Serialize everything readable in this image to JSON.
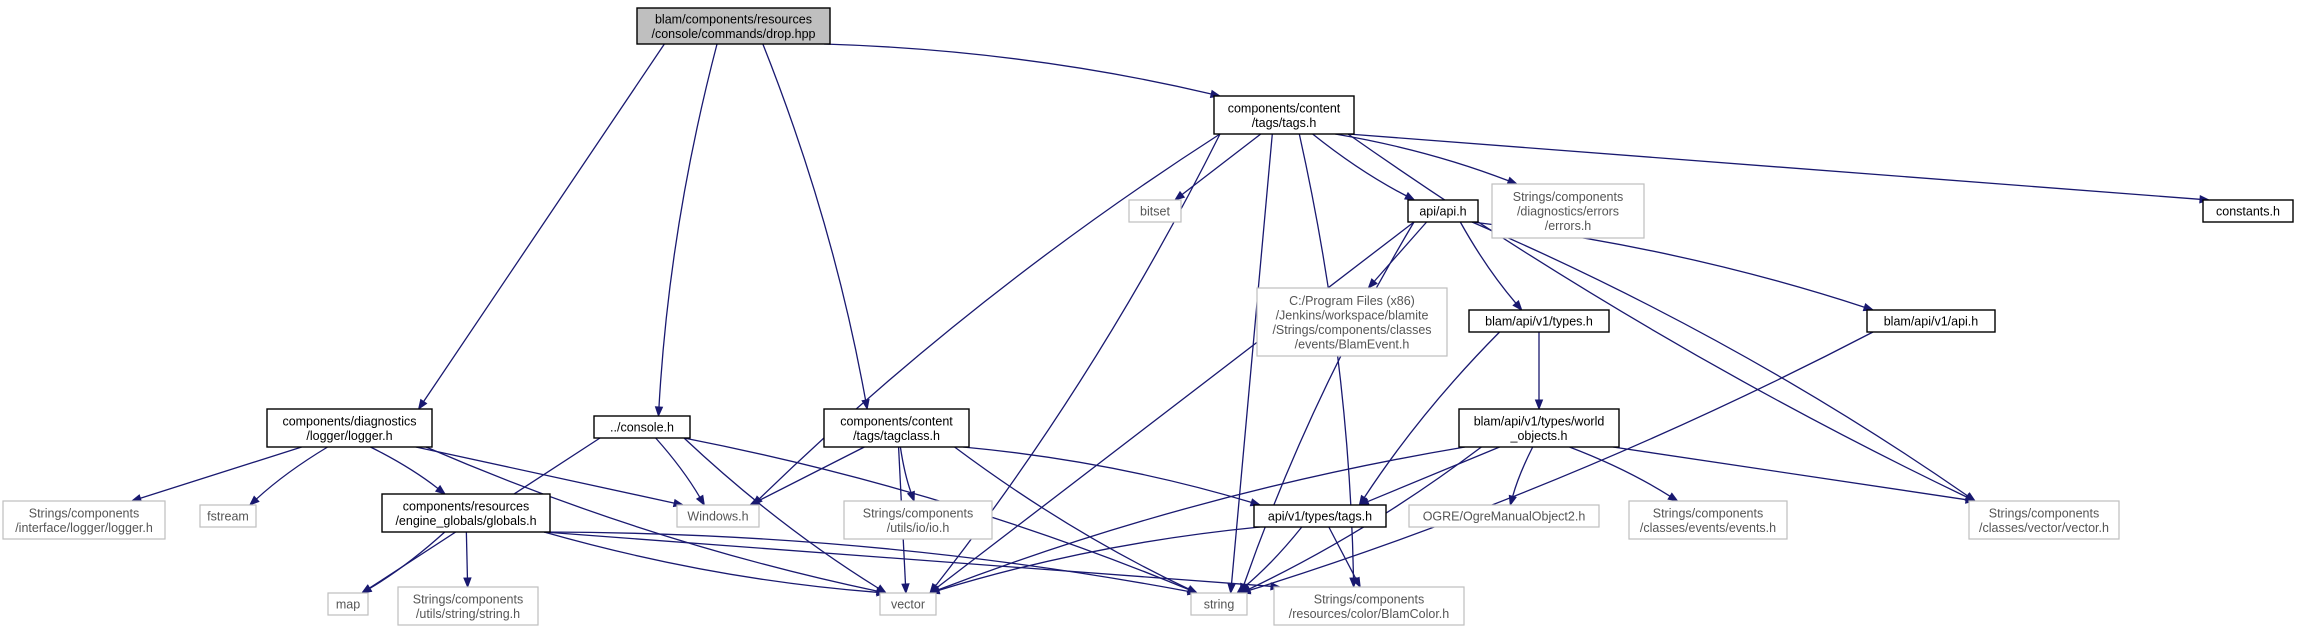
{
  "diagram": {
    "colors": {
      "edge": "#191970",
      "root_fill": "#bfbfbf",
      "external_border": "#bfbfbf",
      "node_border": "#000000",
      "background": "#ffffff"
    },
    "nodes": [
      {
        "id": "drop",
        "label": [
          "blam/components/resources",
          "/console/commands/drop.hpp"
        ],
        "kind": "root"
      },
      {
        "id": "tags",
        "label": [
          "components/content",
          "/tags/tags.h"
        ],
        "kind": "internal"
      },
      {
        "id": "logger",
        "label": [
          "components/diagnostics",
          "/logger/logger.h"
        ],
        "kind": "internal"
      },
      {
        "id": "console",
        "label": [
          "../console.h"
        ],
        "kind": "internal"
      },
      {
        "id": "tagclass",
        "label": [
          "components/content",
          "/tags/tagclass.h"
        ],
        "kind": "internal"
      },
      {
        "id": "bitset",
        "label": [
          "bitset"
        ],
        "kind": "external"
      },
      {
        "id": "apih",
        "label": [
          "api/api.h"
        ],
        "kind": "internal"
      },
      {
        "id": "errors",
        "label": [
          "Strings/components",
          "/diagnostics/errors",
          "/errors.h"
        ],
        "kind": "external"
      },
      {
        "id": "constants",
        "label": [
          "constants.h"
        ],
        "kind": "internal"
      },
      {
        "id": "blamevent",
        "label": [
          "C:/Program Files (x86)",
          "/Jenkins/workspace/blamite",
          "/Strings/components/classes",
          "/events/BlamEvent.h"
        ],
        "kind": "external"
      },
      {
        "id": "v1types",
        "label": [
          "blam/api/v1/types.h"
        ],
        "kind": "internal"
      },
      {
        "id": "v1api",
        "label": [
          "blam/api/v1/api.h"
        ],
        "kind": "internal"
      },
      {
        "id": "worldobj",
        "label": [
          "blam/api/v1/types/world",
          "_objects.h"
        ],
        "kind": "internal"
      },
      {
        "id": "loggerext",
        "label": [
          "Strings/components",
          "/interface/logger/logger.h"
        ],
        "kind": "external"
      },
      {
        "id": "fstream",
        "label": [
          "fstream"
        ],
        "kind": "external"
      },
      {
        "id": "globals",
        "label": [
          "components/resources",
          "/engine_globals/globals.h"
        ],
        "kind": "internal"
      },
      {
        "id": "windows",
        "label": [
          "Windows.h"
        ],
        "kind": "external"
      },
      {
        "id": "io",
        "label": [
          "Strings/components",
          "/utils/io/io.h"
        ],
        "kind": "external"
      },
      {
        "id": "apitags",
        "label": [
          "api/v1/types/tags.h"
        ],
        "kind": "internal"
      },
      {
        "id": "ogre",
        "label": [
          "OGRE/OgreManualObject2.h"
        ],
        "kind": "external"
      },
      {
        "id": "events",
        "label": [
          "Strings/components",
          "/classes/events/events.h"
        ],
        "kind": "external"
      },
      {
        "id": "vectorh",
        "label": [
          "Strings/components",
          "/classes/vector/vector.h"
        ],
        "kind": "external"
      },
      {
        "id": "map",
        "label": [
          "map"
        ],
        "kind": "external"
      },
      {
        "id": "stringh",
        "label": [
          "Strings/components",
          "/utils/string/string.h"
        ],
        "kind": "external"
      },
      {
        "id": "vector",
        "label": [
          "vector"
        ],
        "kind": "external"
      },
      {
        "id": "string",
        "label": [
          "string"
        ],
        "kind": "external"
      },
      {
        "id": "blamcolor",
        "label": [
          "Strings/components",
          "/resources/color/BlamColor.h"
        ],
        "kind": "external"
      }
    ],
    "edges": [
      [
        "drop",
        "tags"
      ],
      [
        "drop",
        "logger"
      ],
      [
        "drop",
        "console"
      ],
      [
        "drop",
        "tagclass"
      ],
      [
        "tags",
        "bitset"
      ],
      [
        "tags",
        "apih"
      ],
      [
        "tags",
        "errors"
      ],
      [
        "tags",
        "constants"
      ],
      [
        "tags",
        "windows"
      ],
      [
        "tags",
        "vector"
      ],
      [
        "tags",
        "string"
      ],
      [
        "tags",
        "vectorh"
      ],
      [
        "tags",
        "blamcolor"
      ],
      [
        "apih",
        "blamevent"
      ],
      [
        "apih",
        "v1types"
      ],
      [
        "apih",
        "v1api"
      ],
      [
        "apih",
        "vector"
      ],
      [
        "apih",
        "string"
      ],
      [
        "apih",
        "vectorh"
      ],
      [
        "v1types",
        "worldobj"
      ],
      [
        "v1types",
        "apitags"
      ],
      [
        "v1api",
        "string"
      ],
      [
        "worldobj",
        "apitags"
      ],
      [
        "worldobj",
        "ogre"
      ],
      [
        "worldobj",
        "events"
      ],
      [
        "worldobj",
        "vectorh"
      ],
      [
        "worldobj",
        "vector"
      ],
      [
        "worldobj",
        "string"
      ],
      [
        "logger",
        "loggerext"
      ],
      [
        "logger",
        "fstream"
      ],
      [
        "logger",
        "globals"
      ],
      [
        "logger",
        "windows"
      ],
      [
        "logger",
        "vector"
      ],
      [
        "console",
        "windows"
      ],
      [
        "console",
        "map"
      ],
      [
        "console",
        "vector"
      ],
      [
        "console",
        "string"
      ],
      [
        "tagclass",
        "windows"
      ],
      [
        "tagclass",
        "io"
      ],
      [
        "tagclass",
        "apitags"
      ],
      [
        "tagclass",
        "vector"
      ],
      [
        "tagclass",
        "string"
      ],
      [
        "globals",
        "map"
      ],
      [
        "globals",
        "stringh"
      ],
      [
        "globals",
        "vector"
      ],
      [
        "globals",
        "string"
      ],
      [
        "globals",
        "blamcolor"
      ],
      [
        "apitags",
        "vector"
      ],
      [
        "apitags",
        "string"
      ],
      [
        "apitags",
        "blamcolor"
      ]
    ]
  }
}
